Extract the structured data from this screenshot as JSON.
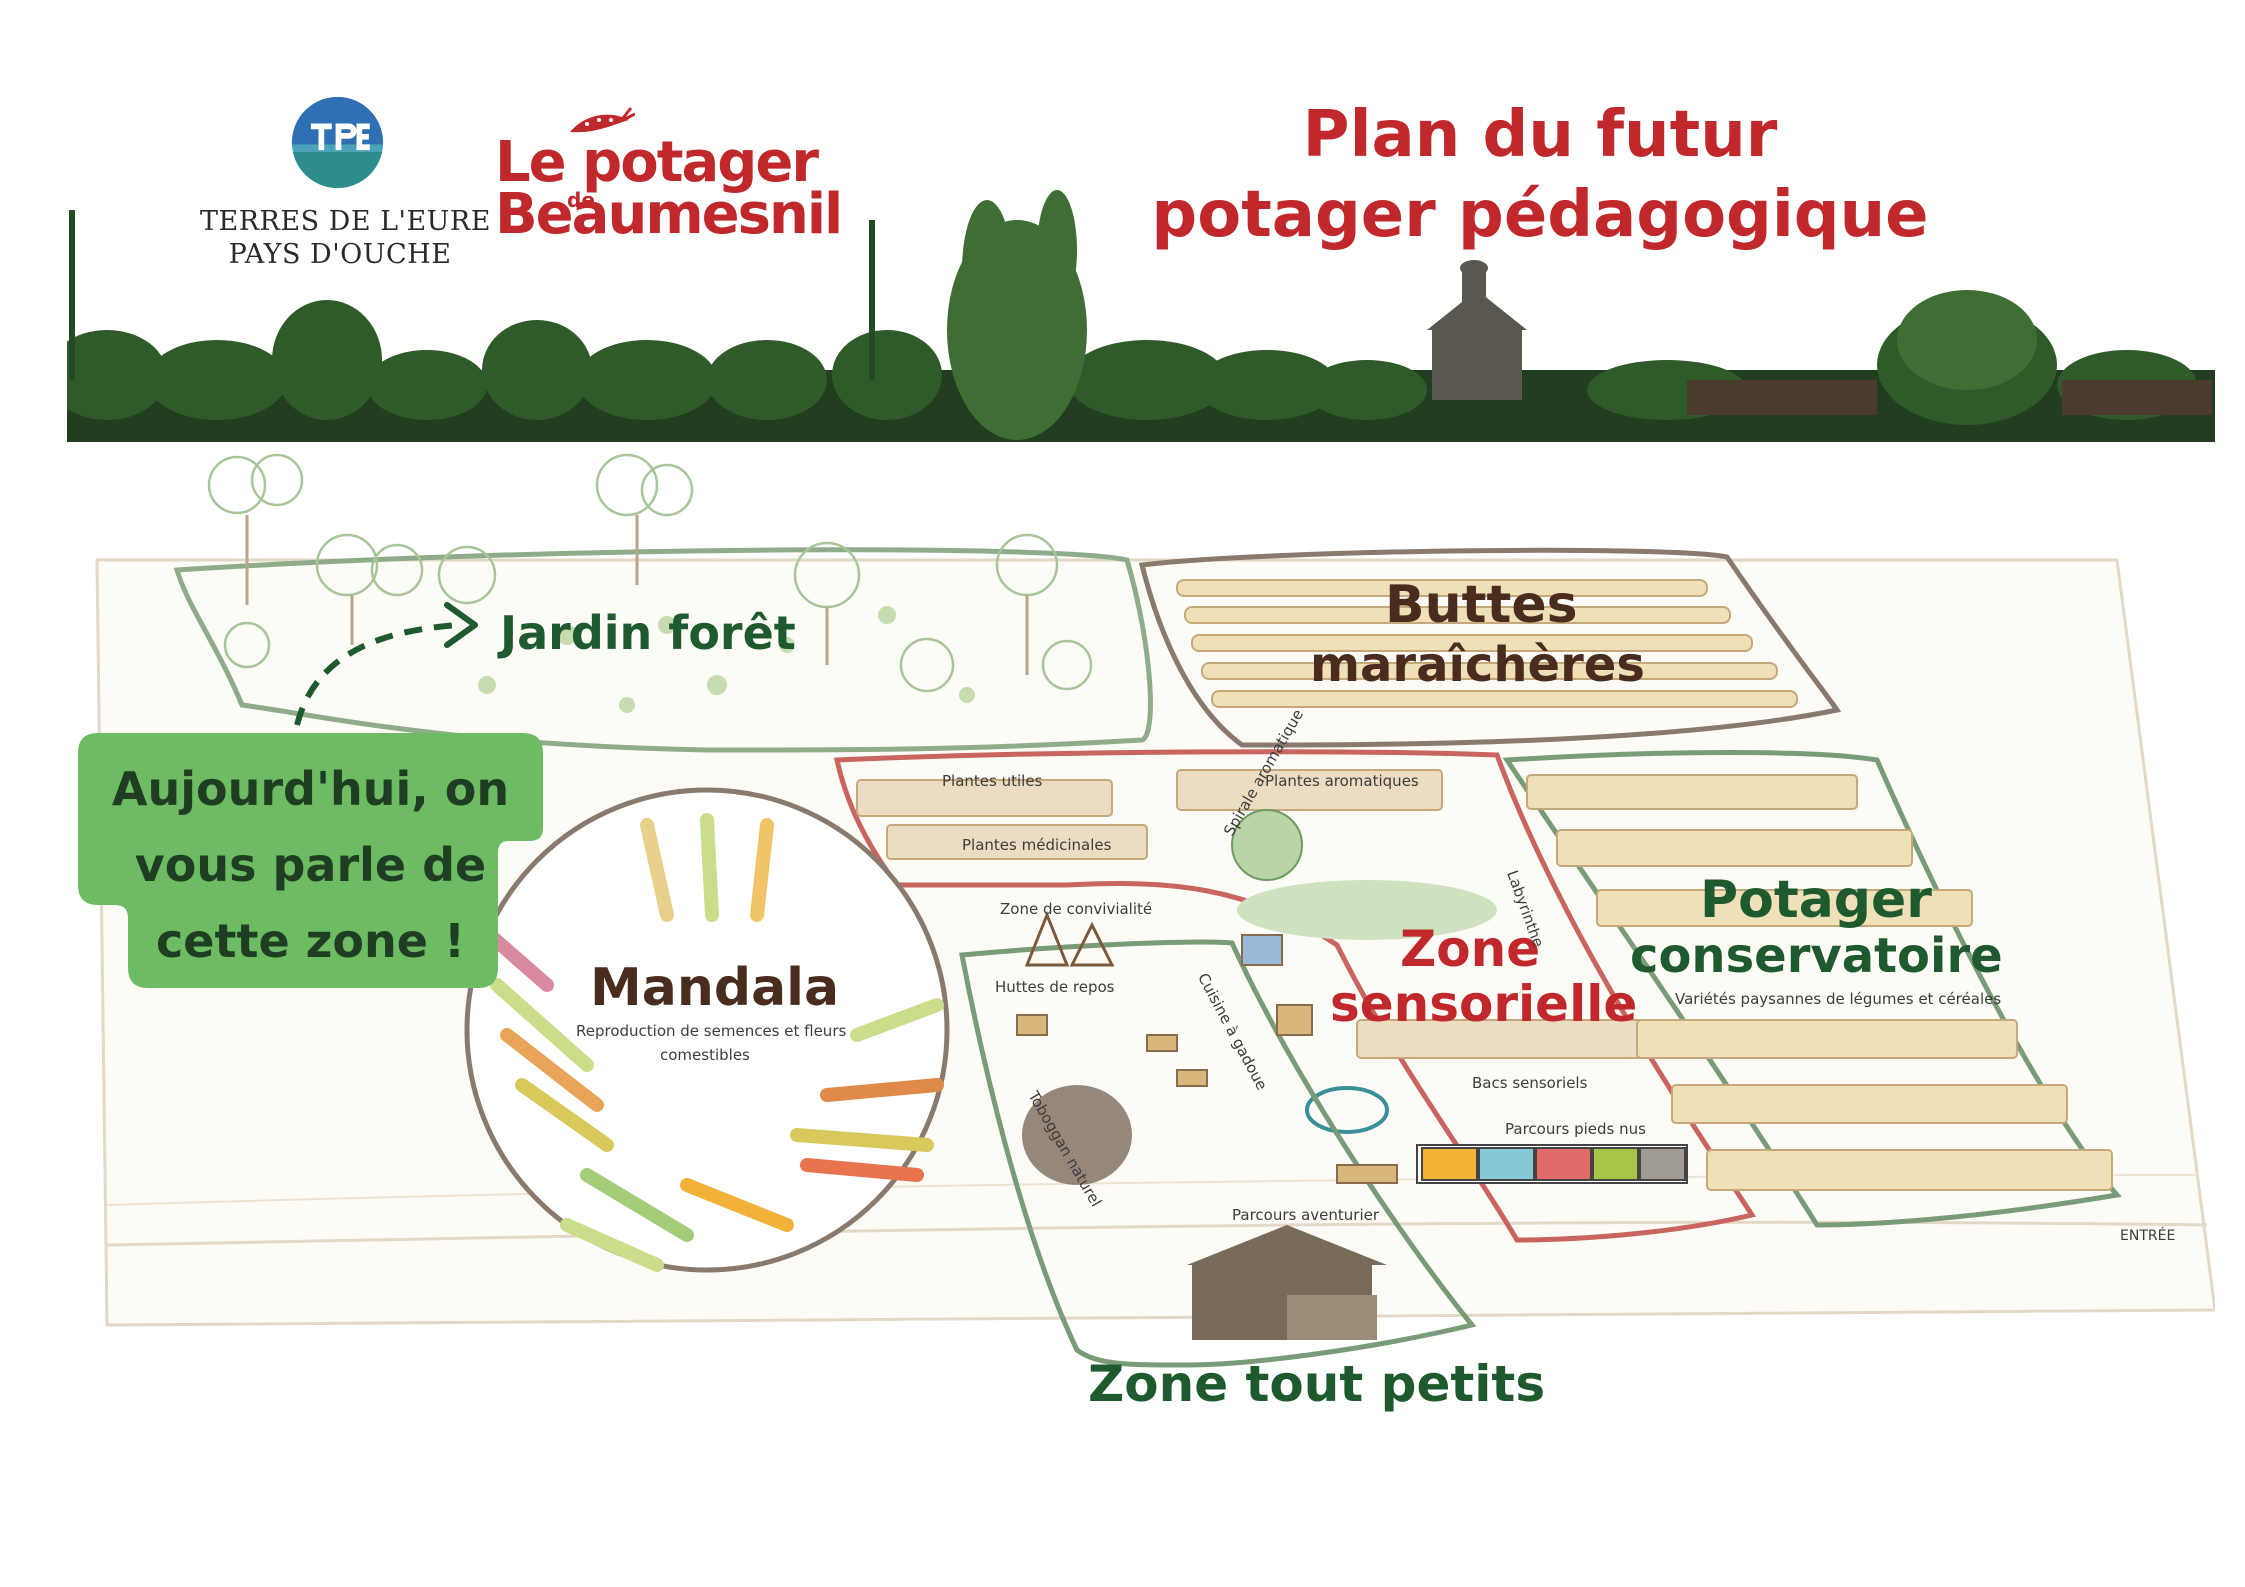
{
  "header": {
    "org_name_line1": "TERRES DE L'EURE",
    "org_name_line2": "PAYS D'OUCHE",
    "org_logo_icon": "tpe-circle-logo-icon",
    "potager_logo_line1": "Le potager",
    "potager_logo_de": "de",
    "potager_logo_line2": "Beaumesnil",
    "title_line1": "Plan du futur",
    "title_line2": "potager pédagogique"
  },
  "colors": {
    "title_red": "#c0282b",
    "zone_green": "#1f5a2e",
    "zone_brown": "#4a2c1e",
    "callout_green": "#6dbb63",
    "border_green": "#7a9b78",
    "border_red": "#c9645e",
    "border_brown": "#8a7a6e"
  },
  "callout": {
    "line1": "Aujourd'hui, on",
    "line2": "vous parle de",
    "line3": "cette zone !"
  },
  "zones": {
    "jardin_foret": "Jardin forêt",
    "buttes_line1": "Buttes",
    "buttes_line2": "maraîchères",
    "mandala": "Mandala",
    "mandala_sub_line1": "Reproduction de semences et fleurs",
    "mandala_sub_line2": "comestibles",
    "sensorielle_line1": "Zone",
    "sensorielle_line2": "sensorielle",
    "potager_line1": "Potager",
    "potager_line2": "conservatoire",
    "potager_sub": "Variétés paysannes de légumes et céréales",
    "tout_petits": "Zone tout petits"
  },
  "labels": {
    "plantes_utiles": "Plantes utiles",
    "plantes_aromatiques": "Plantes aromatiques",
    "plantes_medicinales": "Plantes médicinales",
    "spirale_aromatique": "Spirale aromatique",
    "labyrinthe": "Labyrinthe",
    "zone_convivialite": "Zone de convivialité",
    "huttes_repos": "Huttes de repos",
    "cuisine_gadoue": "Cuisine à gadoue",
    "toboggan_naturel": "Toboggan naturel",
    "bacs_sensoriels": "Bacs sensoriels",
    "parcours_pieds_nus": "Parcours pieds nus",
    "parcours_aventurier": "Parcours aventurier",
    "entree": "ENTRÉE"
  }
}
